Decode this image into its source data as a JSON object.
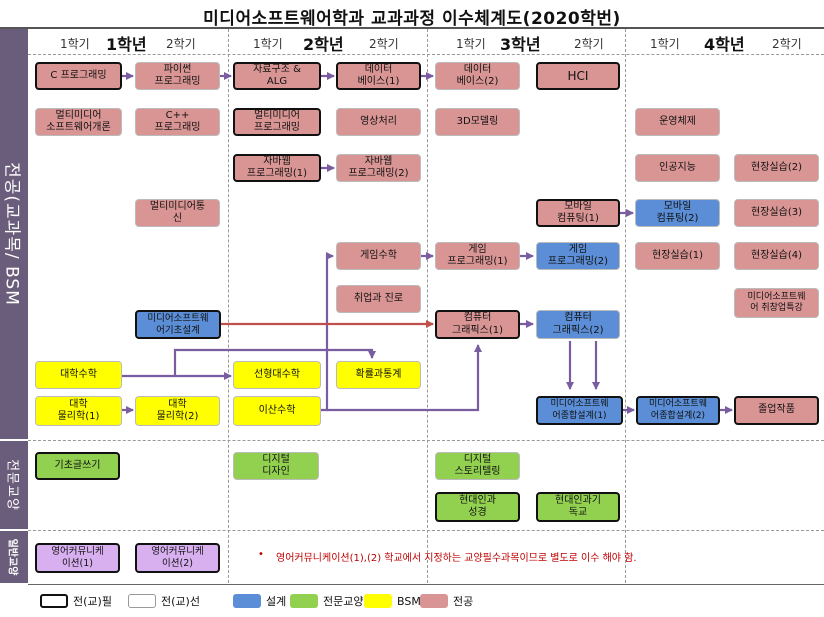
{
  "title": "미디어소프트웨어학과 교과과정 이수체계도(2020학번)",
  "colors": {
    "sidebar": "#6a5d7b",
    "major": "#d99594",
    "bsm": "#ffff00",
    "design": "#5b8ed6",
    "liberal": "#92d050",
    "elective": "#d8b0f0",
    "arrow_purple": "#7a5da0",
    "arrow_red": "#c0504d"
  },
  "sections": {
    "major": "전공(교과목/ BSM",
    "liberal": "전문교양",
    "general": "일반교양"
  },
  "grades": [
    {
      "sem1": "1학기",
      "year": "1학년",
      "sem2": "2학기"
    },
    {
      "sem1": "1학기",
      "year": "2학년",
      "sem2": "2학기"
    },
    {
      "sem1": "1학기",
      "year": "3학년",
      "sem2": "2학기"
    },
    {
      "sem1": "1학기",
      "year": "4학년",
      "sem2": "2학기"
    }
  ],
  "courses": {
    "c_prog": "C 프로그래밍",
    "python": "파이썬\n프로그래밍",
    "ds_alg": "자료구조 &\nALG",
    "db1": "데이터\n베이스(1)",
    "db2": "데이터\n베이스(2)",
    "hci": "HCI",
    "mm_sw_intro": "멀티미디어\n소프트웨어개론",
    "cpp": "C++\n프로그래밍",
    "mm_prog": "멀티미디어\n프로그래밍",
    "image_proc": "영상처리",
    "modeling3d": "3D모델링",
    "os": "운영체제",
    "java1": "자바웹\n프로그래밍(1)",
    "java2": "자바웹\n프로그래밍(2)",
    "ai": "인공지능",
    "field2": "현장실습(2)",
    "mm_comm": "멀티미디어통\n신",
    "mobile1": "모바일\n컴퓨팅(1)",
    "mobile2": "모바일\n컴퓨팅(2)",
    "field3": "현장실습(3)",
    "game_math": "게임수학",
    "game1": "게임\n프로그래밍(1)",
    "game2": "게임\n프로그래밍(2)",
    "field1": "현장실습(1)",
    "field4": "현장실습(4)",
    "career": "취업과 진로",
    "mm_career": "미디어소프트웨\n어 취창업특강",
    "mm_basic_design": "미디어소프트웨\n어기초설계",
    "cg1": "컴퓨터\n그래픽스(1)",
    "cg2": "컴퓨터\n그래픽스(2)",
    "calculus": "대학수학",
    "linear_alg": "선형대수학",
    "prob_stat": "확률과통계",
    "physics1": "대학\n물리학(1)",
    "physics2": "대학\n물리학(2)",
    "discrete": "이산수학",
    "capstone1": "미디어소프트웨\n어종합설계(1)",
    "capstone2": "미디어소프트웨\n어종합설계(2)",
    "graduation": "졸업작품",
    "writing": "기초글쓰기",
    "digital_design": "디지털\n디자인",
    "digital_story": "디지털\n스토리텔링",
    "modern_human": "현대인과\n성경",
    "modern_gospel": "현대인과기\n독교",
    "english1": "영어커뮤니케\n이션(1)",
    "english2": "영어커뮤니케\n이션(2)"
  },
  "note": "영어커뮤니케이션(1),(2) 학교에서 지정하는 교양필수과목이므로 별도로 이수 해야 함.",
  "legend": {
    "required": "전(교)필",
    "elective": "전(교)선",
    "design": "설계",
    "liberal": "전문교양",
    "bsm": "BSM",
    "major": "전공"
  }
}
